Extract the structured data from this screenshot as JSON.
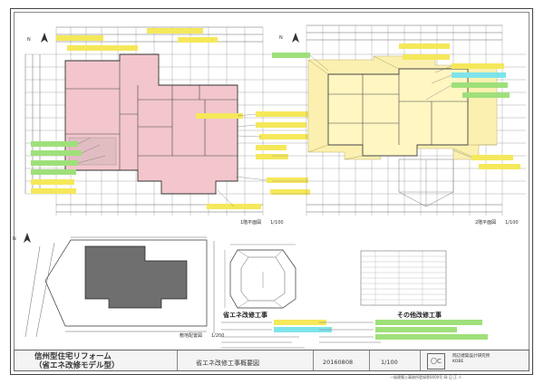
{
  "drawing": {
    "title_line1": "信州型住宅リフォーム",
    "title_line2": "（省エネ改修モデル型）",
    "sheet_name": "省エネ改修工事概要図",
    "date": "20160808",
    "scale": "1/100",
    "logo": "〇C",
    "office_line1": "岡辺建築設計研究所",
    "office_line2": "KOBE",
    "footer": "一級建築士事務所登録第0000号 岡 辺 正 人"
  },
  "plans": {
    "floor1_caption": "1階平面図　　1/100",
    "floor2_caption": "2階平面図　　1/100",
    "site_caption": "敷地配置図　　1/200",
    "north_mark": "N"
  },
  "notes": {
    "energy_heading": "省エネ改修工事",
    "other_heading": "その他改修工事"
  },
  "colors": {
    "floor1_fill": "#f2c6cc",
    "floor2_fill": "#fbf0b0",
    "label_green": "#9fe07a",
    "label_yellow": "#f5e85a",
    "label_cyan": "#7ee4ea",
    "dimension_line": "#666666"
  }
}
